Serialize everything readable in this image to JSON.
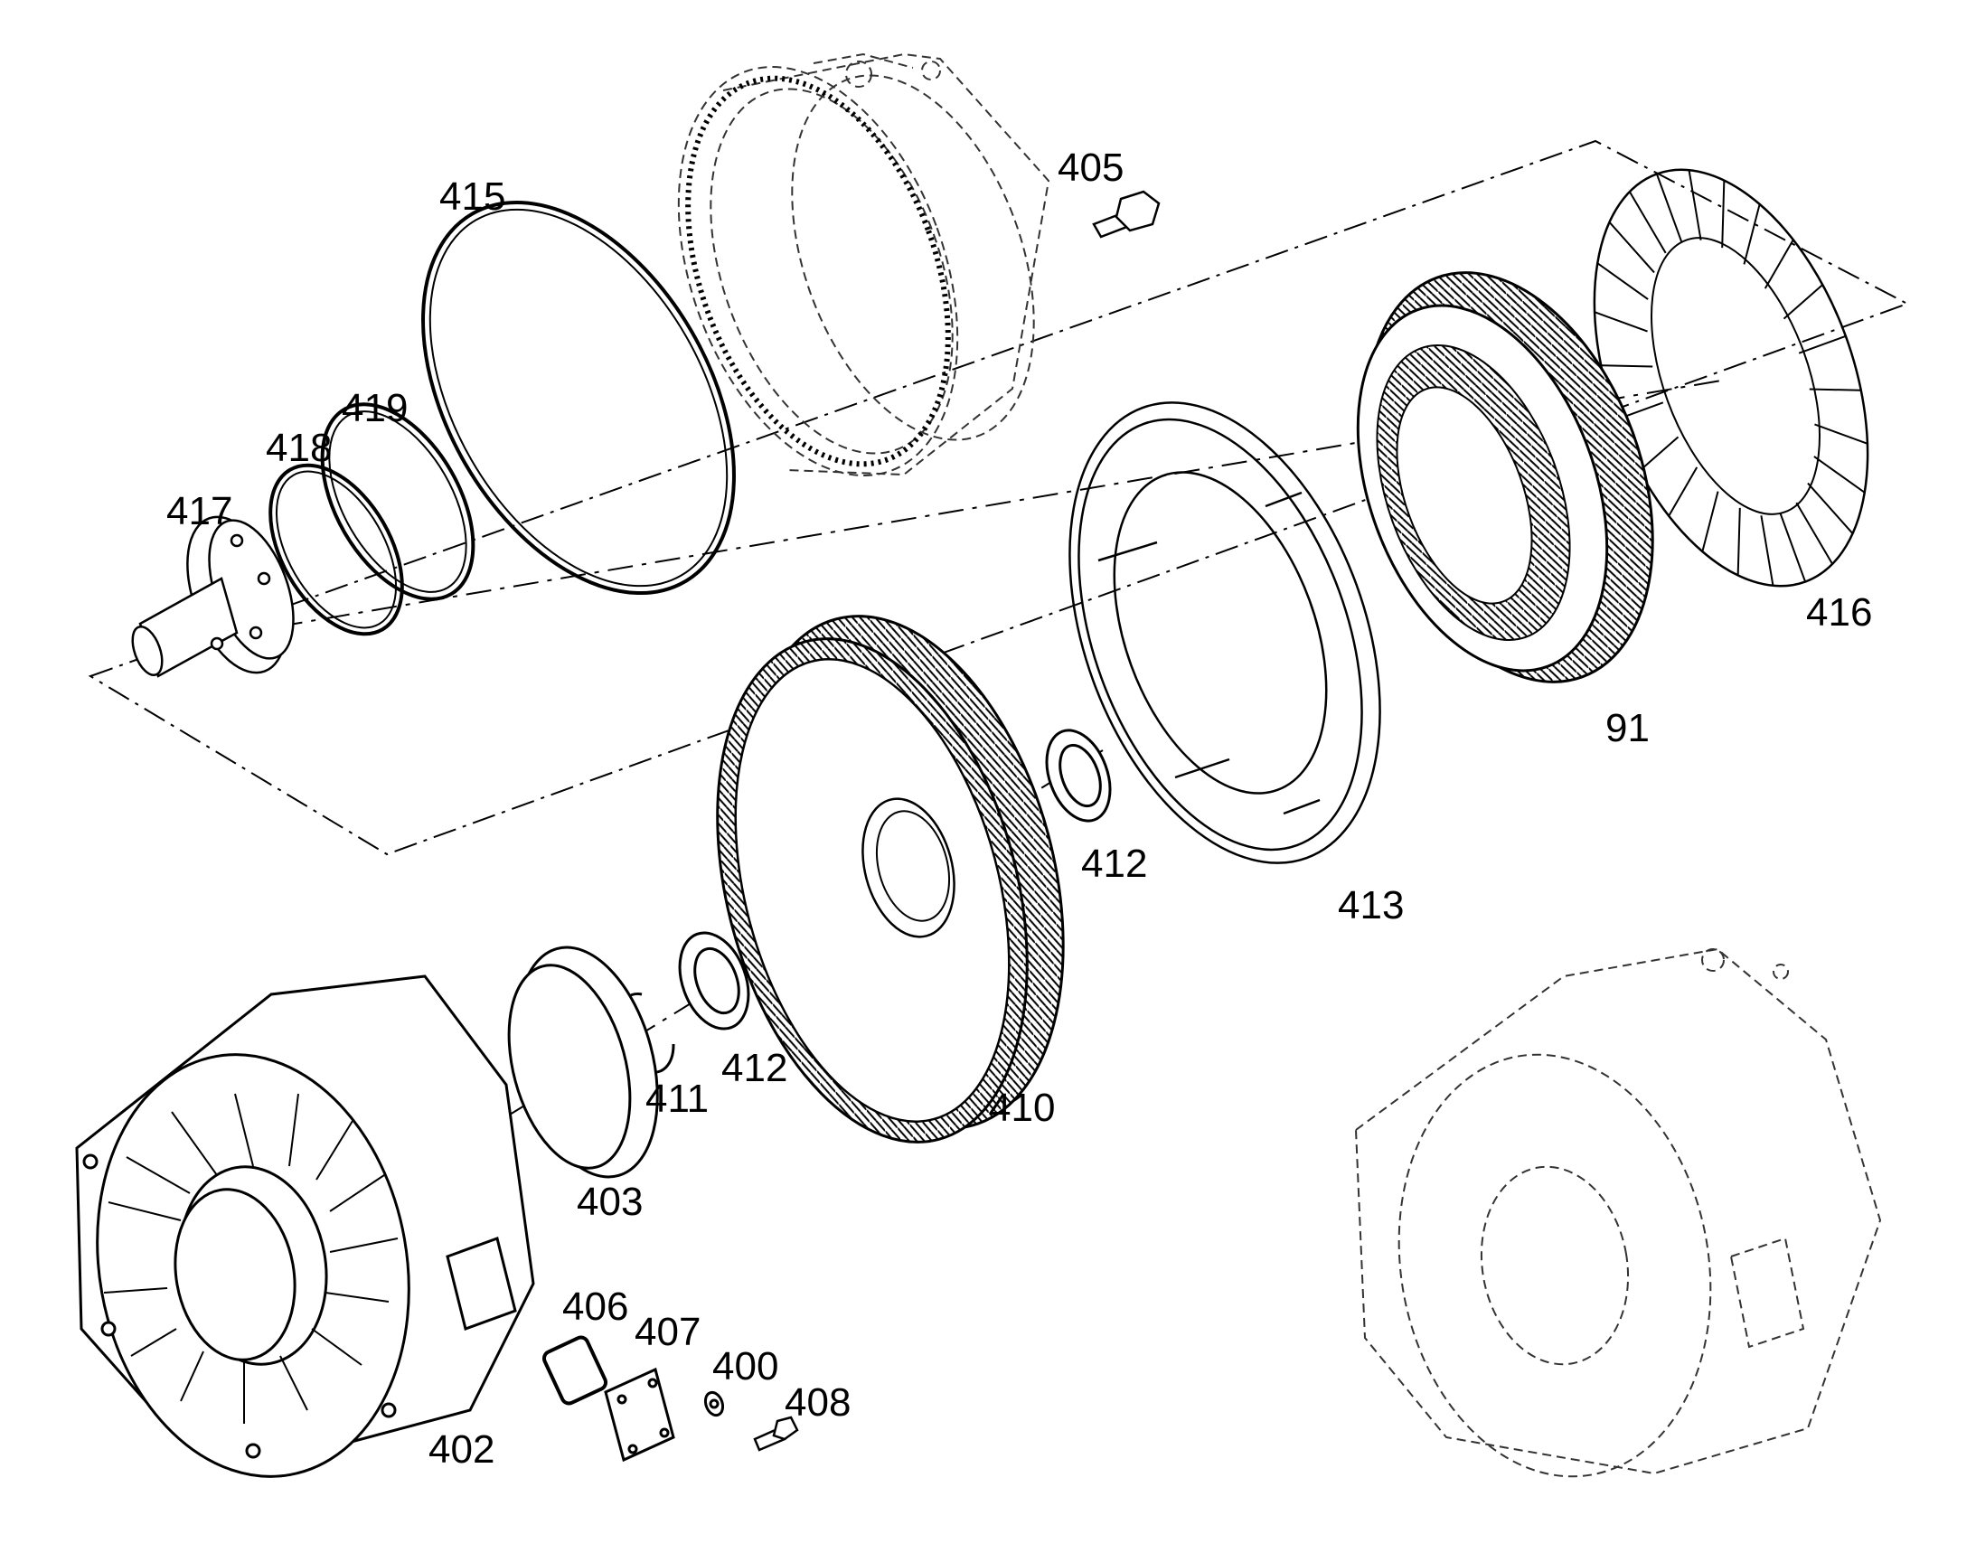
{
  "diagram": {
    "labels": {
      "l415": "415",
      "l405": "405",
      "l419": "419",
      "l418": "418",
      "l417": "417",
      "l416": "416",
      "l91": "91",
      "l412a": "412",
      "l413": "413",
      "l412b": "412",
      "l411": "411",
      "l410": "410",
      "l403": "403",
      "l406": "406",
      "l407": "407",
      "l400": "400",
      "l408": "408",
      "l402": "402"
    },
    "colors": {
      "line": "#000000",
      "ghost": "#555555",
      "background": "#ffffff"
    }
  }
}
